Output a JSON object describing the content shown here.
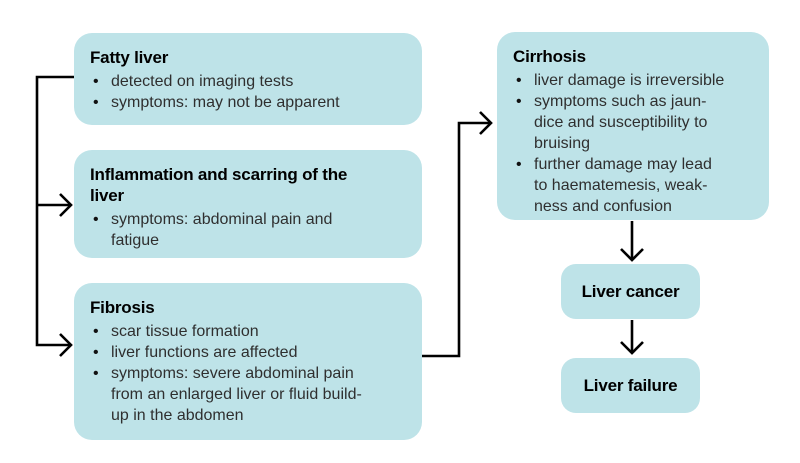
{
  "diagram": {
    "boxes": [
      {
        "id": "fatty-liver",
        "title": "Fatty liver",
        "bullets": [
          "detected on imaging tests",
          "symptoms: may not be apparent"
        ]
      },
      {
        "id": "inflammation-scarring",
        "title": "Inflammation and scarring of the\nliver",
        "bullets": [
          "symptoms: abdominal pain and\nfatigue"
        ]
      },
      {
        "id": "fibrosis",
        "title": "Fibrosis",
        "bullets": [
          "scar tissue formation",
          "liver functions are affected",
          "symptoms: severe abdominal pain\nfrom an enlarged liver or fluid build-\nup in the abdomen"
        ]
      },
      {
        "id": "cirrhosis",
        "title": "Cirrhosis",
        "bullets": [
          "liver damage is irreversible",
          "symptoms such as jaun-\ndice and susceptibility to\nbruising",
          "further damage may lead\nto haematemesis, weak-\nness and confusion"
        ]
      },
      {
        "id": "liver-cancer",
        "title": "Liver cancer",
        "bullets": []
      },
      {
        "id": "liver-failure",
        "title": "Liver failure",
        "bullets": []
      }
    ],
    "colors": {
      "box_fill": "#bee3e8",
      "line": "#000000",
      "title_text": "#000000",
      "body_text": "#2f2f2f",
      "background": "#ffffff"
    }
  }
}
